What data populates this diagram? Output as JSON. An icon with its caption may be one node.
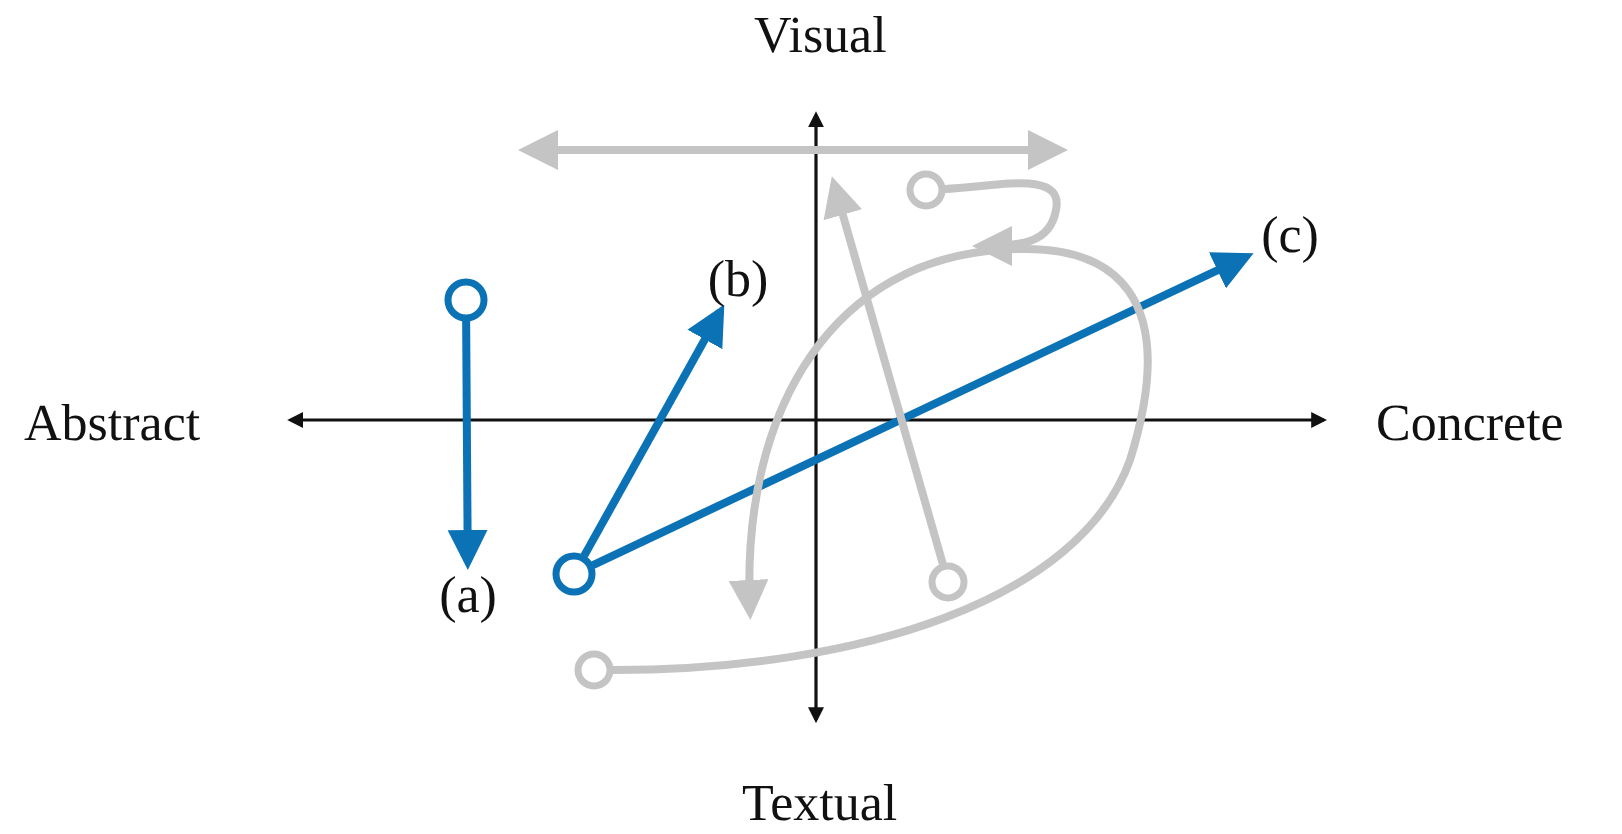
{
  "diagram": {
    "nodes": [
      {
        "text": [],
        "shape": "circle"
      },
      {
        "text": [
          "(a)"
        ]
      },
      {
        "text": [],
        "shape": "circle"
      },
      {
        "text": [
          "(b)"
        ]
      },
      {
        "text": [
          "(c)"
        ]
      },
      {
        "text": [],
        "shape": "circle"
      },
      {
        "text": [],
        "shape": "circle"
      },
      {
        "text": [],
        "shape": "circle"
      }
    ],
    "edges": [
      {
        "from": 0,
        "to": 1,
        "arrow": "to",
        "color": "#0b72b5"
      },
      {
        "from": 2,
        "to": 3,
        "arrow": "to",
        "color": "#0b72b5"
      },
      {
        "from": 2,
        "to": 4,
        "arrow": "to",
        "color": "#0b72b5"
      },
      {
        "from": 5,
        "to": null,
        "arrow": "to",
        "color": "#c4c4c4"
      },
      {
        "from": 6,
        "to": null,
        "arrow": "to",
        "color": "#c4c4c4"
      },
      {
        "from": 7,
        "to": null,
        "arrow": "to",
        "color": "#c4c4c4"
      }
    ],
    "labels": [
      "Visual",
      "Abstract",
      "Concrete",
      "Textual"
    ]
  }
}
